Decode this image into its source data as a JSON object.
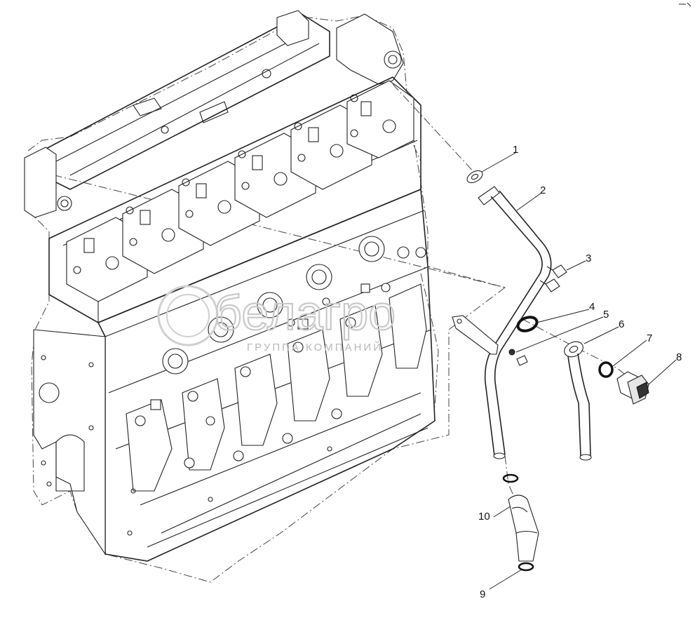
{
  "watermark": {
    "brand": "белагро",
    "subtitle": "ГРУППА КОМПАНИЙ"
  },
  "callouts": [
    {
      "id": "1",
      "label": "1"
    },
    {
      "id": "2",
      "label": "2"
    },
    {
      "id": "3",
      "label": "3"
    },
    {
      "id": "4",
      "label": "4"
    },
    {
      "id": "5",
      "label": "5"
    },
    {
      "id": "6",
      "label": "6"
    },
    {
      "id": "7",
      "label": "7"
    },
    {
      "id": "8",
      "label": "8"
    },
    {
      "id": "9",
      "label": "9"
    },
    {
      "id": "10",
      "label": "10"
    }
  ]
}
